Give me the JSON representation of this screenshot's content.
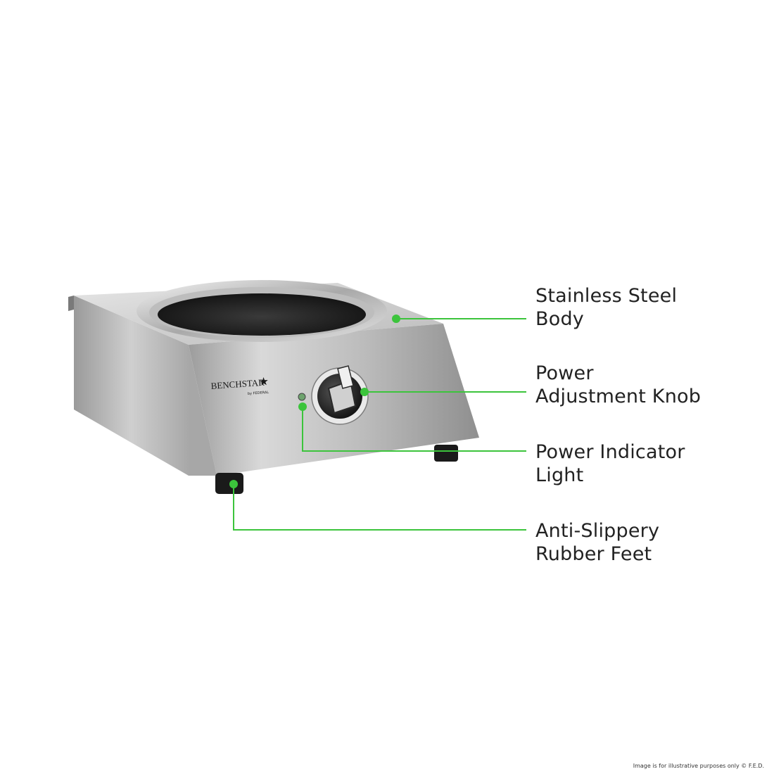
{
  "product": {
    "brand": "BENCHSTAR",
    "sub_brand": "by FEDERAL"
  },
  "callouts": [
    {
      "line1": "Stainless Steel",
      "line2": "Body"
    },
    {
      "line1": "Power",
      "line2": "Adjustment Knob"
    },
    {
      "line1": "Power Indicator",
      "line2": "Light"
    },
    {
      "line1": "Anti-Slippery",
      "line2": "Rubber Feet"
    }
  ],
  "footer": {
    "disclaimer": "Image is for illustrative purposes only  © F.E.D."
  },
  "colors": {
    "accent_green": "#3cc43c",
    "text": "#222222",
    "background": "#ffffff"
  }
}
